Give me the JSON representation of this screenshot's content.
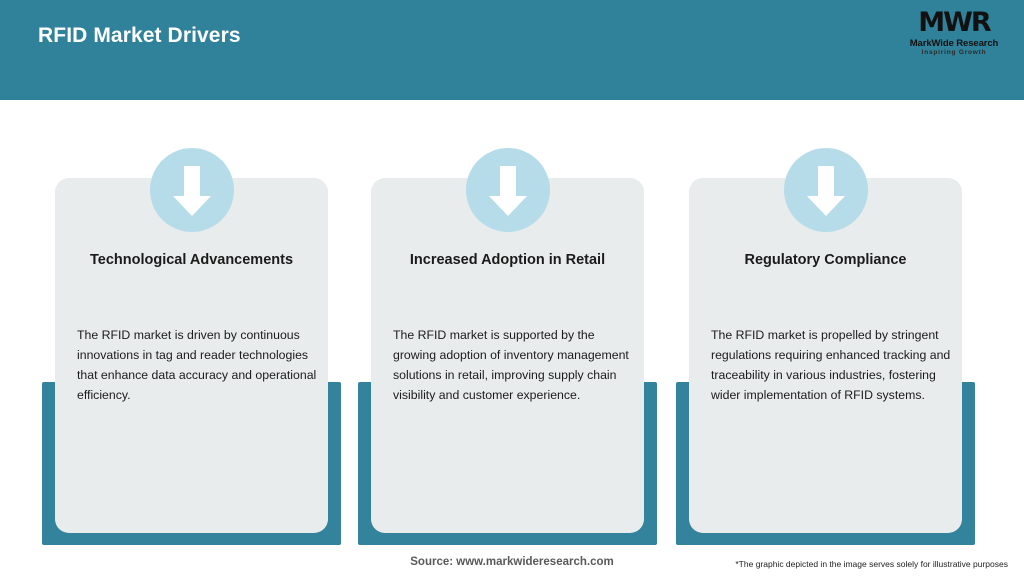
{
  "header": {
    "title": "RFID Market Drivers",
    "bg_color": "#2f8299",
    "logo": {
      "mark": "MWR",
      "name": "MarkWide Research",
      "tagline": "Inspiring Growth"
    }
  },
  "theme": {
    "accent_teal": "#33839c",
    "badge_blue": "#b6dcea",
    "panel_gray": "#e8ecec",
    "text_dark": "#1b1b1b"
  },
  "cards": [
    {
      "icon": "down-arrow-icon",
      "title": "Technological Advancements",
      "body": "The RFID market is driven by continuous innovations in tag and reader technologies that enhance data accuracy and operational efficiency."
    },
    {
      "icon": "down-arrow-icon",
      "title": "Increased Adoption in Retail",
      "body": "The RFID market is supported by the growing adoption of inventory management solutions in retail, improving supply chain visibility and customer experience."
    },
    {
      "icon": "down-arrow-icon",
      "title": "Regulatory Compliance",
      "body": "The RFID market is propelled by stringent regulations requiring enhanced tracking and traceability in various industries, fostering wider implementation of RFID systems."
    }
  ],
  "footer": {
    "source": "Source: www.markwideresearch.com",
    "disclaimer": "*The graphic depicted in the image serves solely for illustrative purposes"
  }
}
